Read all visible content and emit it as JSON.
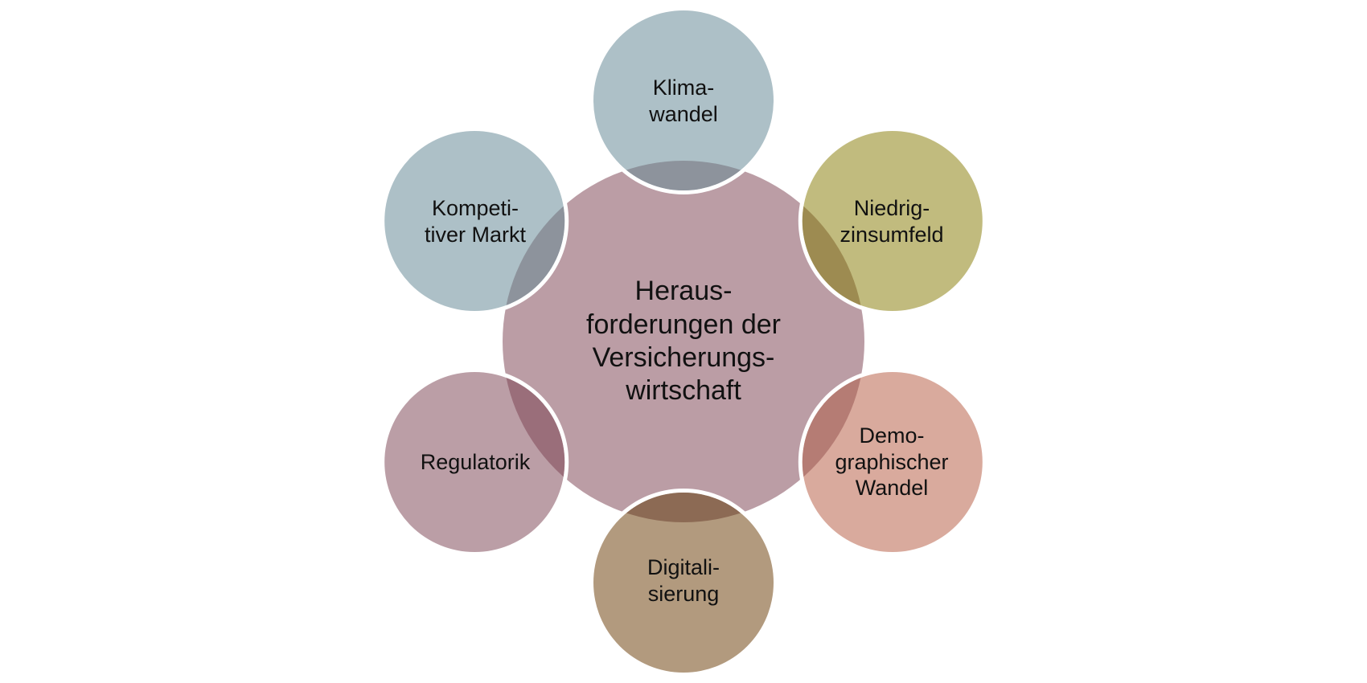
{
  "diagram": {
    "center": {
      "label": "Heraus-\nforderungen der\nVersicherungs-\nwirtschaft",
      "color": "#bb9da5"
    },
    "nodes": [
      {
        "id": "klimawandel",
        "label": "Klima-\nwandel",
        "color": "#adc0c7",
        "overlap_color": "#8d939c"
      },
      {
        "id": "niedrigzinsumfeld",
        "label": "Niedrig-\nzinsumfeld",
        "color": "#c1bb7e",
        "overlap_color": "#9d8b51"
      },
      {
        "id": "demographischer-wandel",
        "label": "Demo-\ngraphischer\nWandel",
        "color": "#d9aa9d",
        "overlap_color": "#b57c74"
      },
      {
        "id": "digitalisierung",
        "label": "Digitali-\nsierung",
        "color": "#b29a7e",
        "overlap_color": "#8c6a54"
      },
      {
        "id": "regulatorik",
        "label": "Regulatorik",
        "color": "#bb9ea6",
        "overlap_color": "#9a6e7a"
      },
      {
        "id": "kompetitiver-markt",
        "label": "Kompeti-\ntiver Markt",
        "color": "#adc0c7",
        "overlap_color": "#8d939c"
      }
    ]
  }
}
